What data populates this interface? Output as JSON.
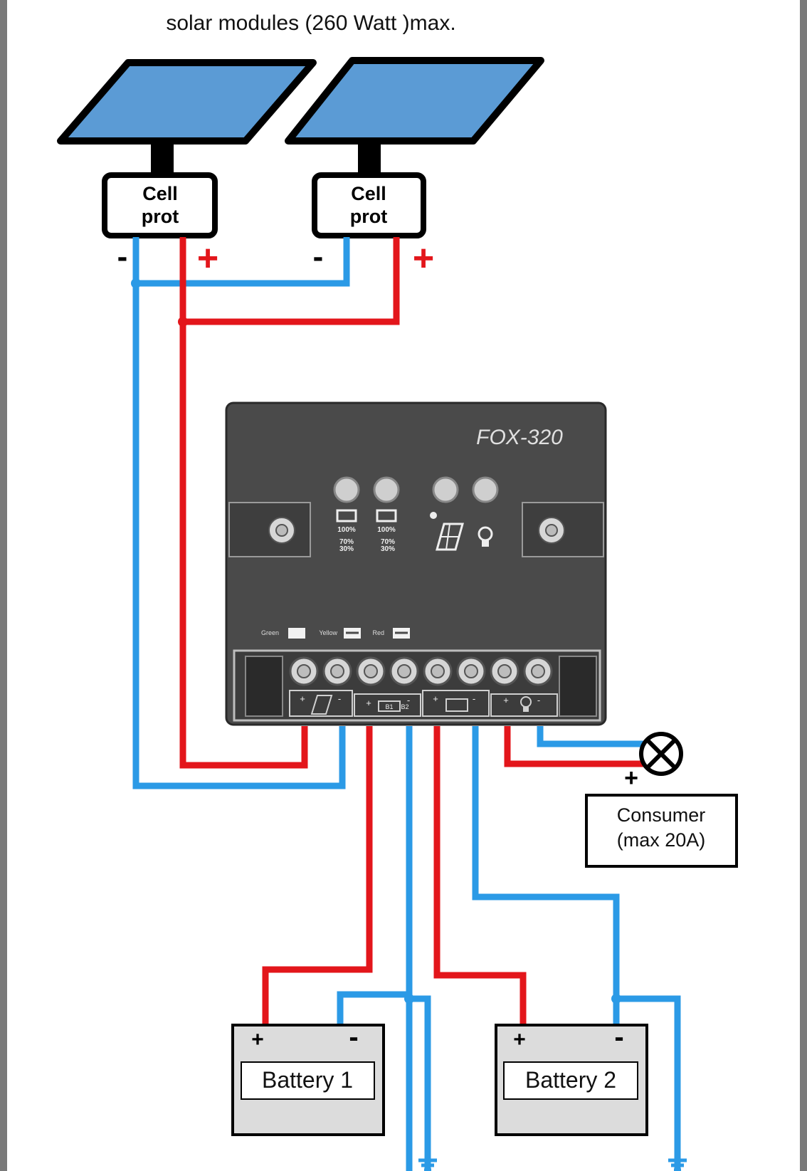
{
  "title": "solar modules (260 Watt  )max.",
  "panels": [
    {
      "box_line1": "Cell",
      "box_line2": "prot",
      "minus": "-",
      "plus": "+"
    },
    {
      "box_line1": "Cell",
      "box_line2": "prot",
      "minus": "-",
      "plus": "+"
    }
  ],
  "controller": {
    "model": "FOX-320",
    "battery1_levels": [
      "100%",
      "70%",
      "30%"
    ],
    "battery2_levels": [
      "100%",
      "70%",
      "30%"
    ],
    "legend": {
      "green": "Green",
      "yellow": "Yellow",
      "red": "Red"
    },
    "battery_terminal_labels": [
      "B1",
      "B2"
    ],
    "terminal_signs": {
      "plus": "+",
      "minus": "-"
    }
  },
  "consumer": {
    "plus": "+",
    "line1": "Consumer",
    "line2": "(max 20A)"
  },
  "batteries": [
    {
      "label": "Battery 1",
      "plus": "+",
      "minus": "-"
    },
    {
      "label": "Battery 2",
      "plus": "+",
      "minus": "-"
    }
  ],
  "colors": {
    "positive_wire": "#e3161b",
    "negative_wire": "#2b9ae6",
    "panel_fill": "#5b9bd5",
    "controller_body": "#4a4a4a",
    "battery_fill": "#dcdcdc",
    "frame": "#7a7a7a"
  }
}
